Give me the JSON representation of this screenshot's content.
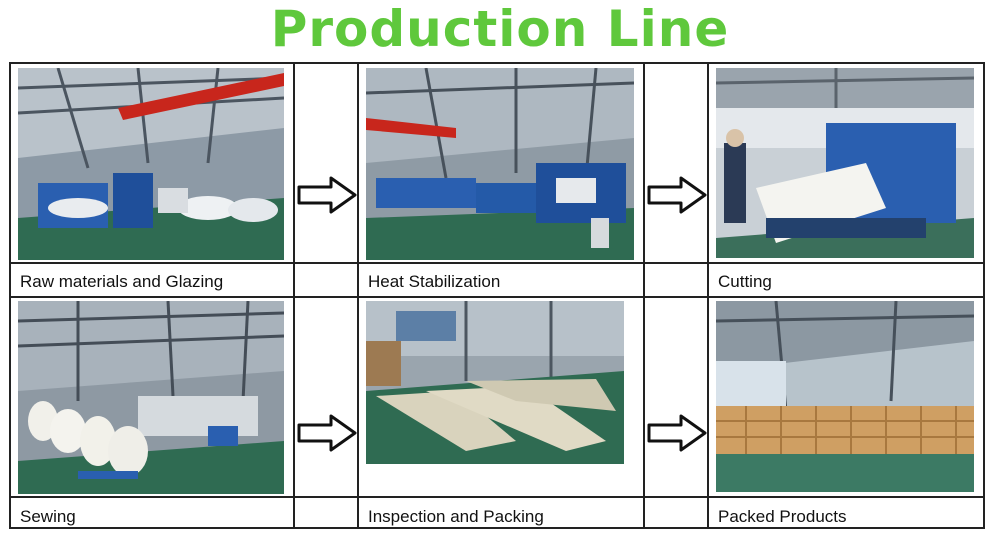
{
  "title": "Production Line",
  "steps": [
    {
      "caption": "Raw materials and Glazing",
      "photo_icon": "factory-machine-image"
    },
    {
      "caption": "Heat Stabilization",
      "photo_icon": "heat-line-image"
    },
    {
      "caption": "Cutting",
      "photo_icon": "cutting-machine-image"
    },
    {
      "caption": "Sewing",
      "photo_icon": "sewing-workshop-image"
    },
    {
      "caption": "Inspection and Packing",
      "photo_icon": "inspection-floor-image"
    },
    {
      "caption": "Packed Products",
      "photo_icon": "packed-boxes-image"
    }
  ],
  "colors": {
    "title": "#5fc83c",
    "floor": "#2f6b52",
    "machine": "#2a5fb0",
    "crane": "#c8261c",
    "border": "#222222"
  }
}
